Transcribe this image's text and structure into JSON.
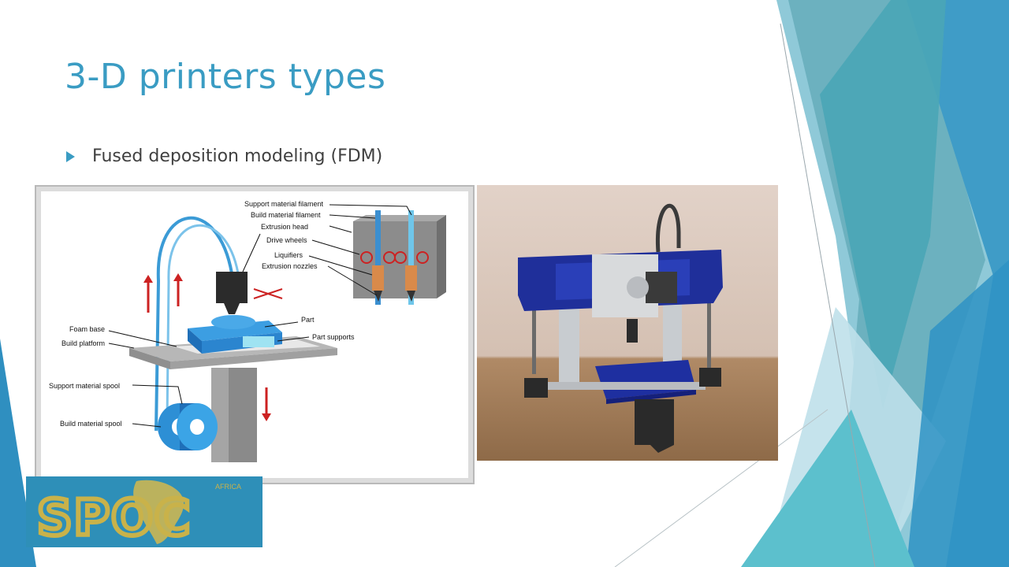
{
  "slide": {
    "title": "3-D printers types",
    "bullet": "Fused deposition modeling (FDM)"
  },
  "diagram": {
    "labels": {
      "support_filament": "Support material filament",
      "build_filament": "Build material filament",
      "extrusion_head": "Extrusion head",
      "drive_wheels": "Drive wheels",
      "liquifiers": "Liquifiers",
      "extrusion_nozzles": "Extrusion nozzles",
      "part": "Part",
      "part_supports": "Part supports",
      "foam_base": "Foam base",
      "build_platform": "Build platform",
      "support_spool": "Support material spool",
      "build_spool": "Build material spool"
    }
  },
  "logo": {
    "text": "SPOC",
    "tag": "AFRICA"
  },
  "colors": {
    "accent": "#3a9cc3",
    "teal": "#4fb3c7",
    "logo_gold": "#c9b24a",
    "logo_bg": "#2e8fb8"
  }
}
